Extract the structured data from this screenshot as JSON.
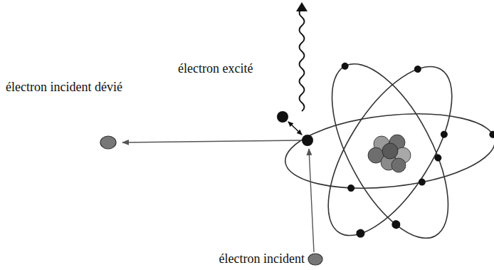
{
  "diagram": {
    "labels": [
      "électron excité",
      "électron incident dévié",
      "électron incident"
    ]
  }
}
